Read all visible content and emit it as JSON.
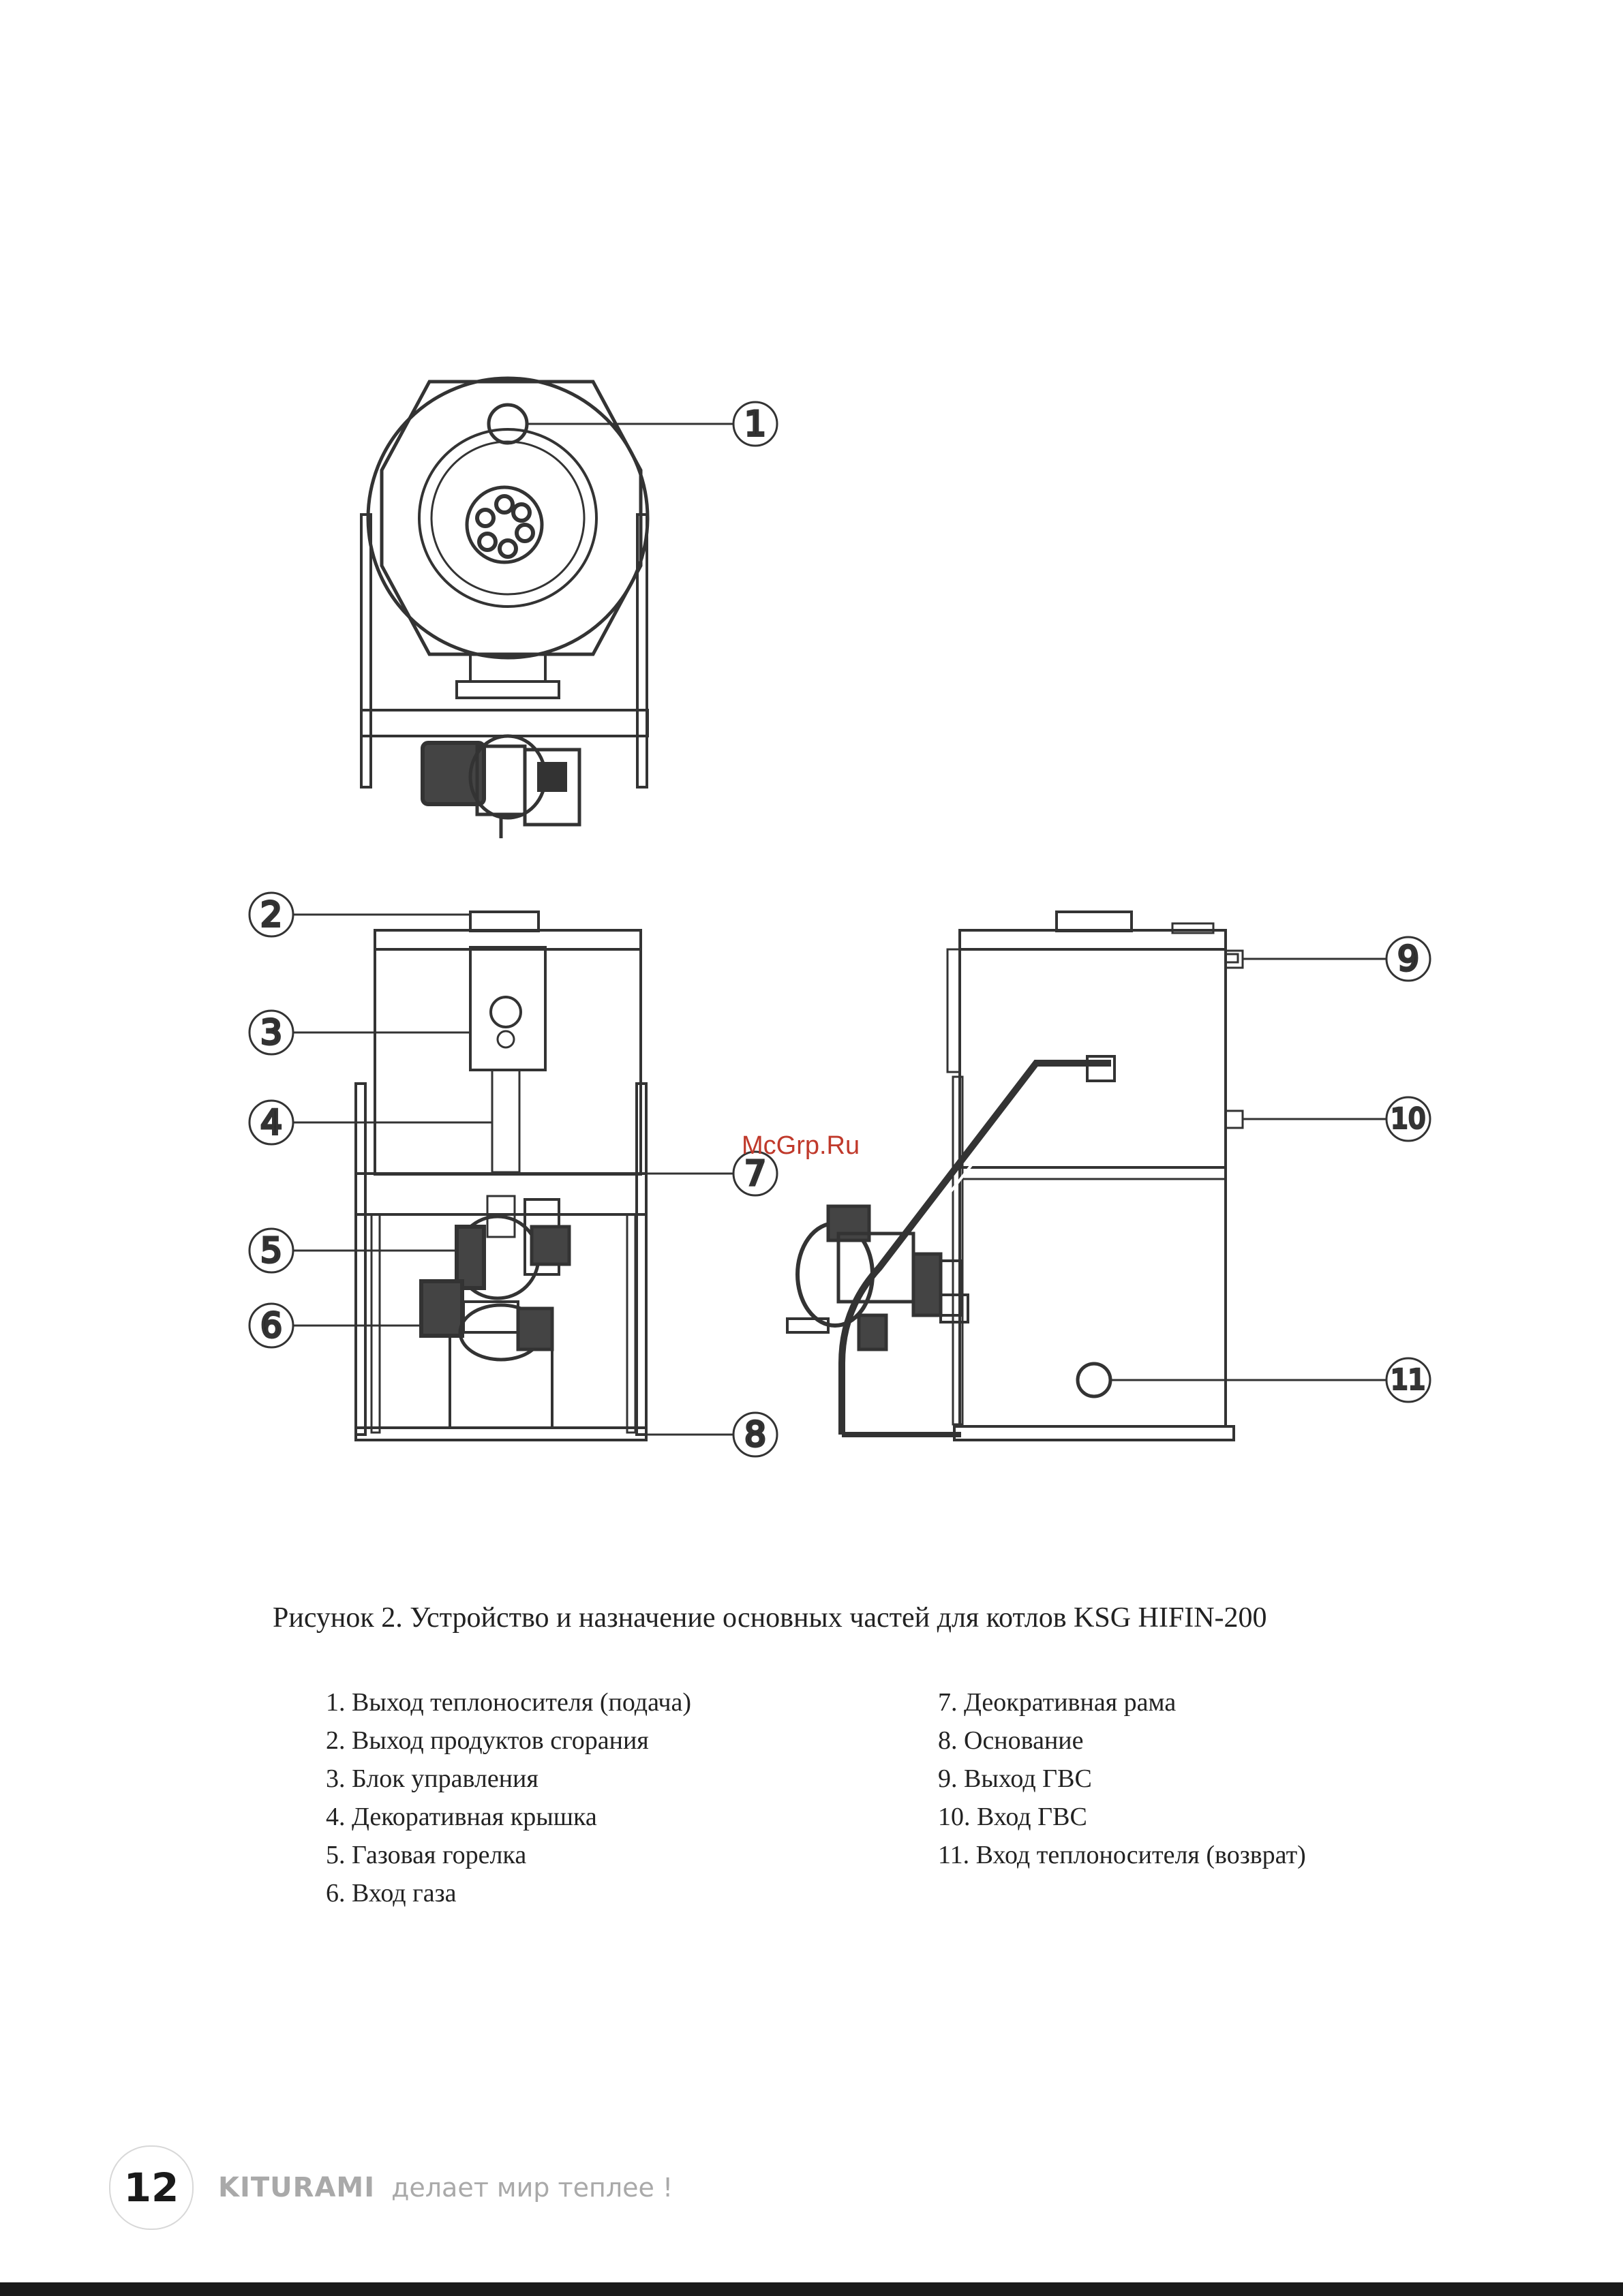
{
  "watermark": "McGrp.Ru",
  "callouts": [
    "1",
    "2",
    "3",
    "4",
    "5",
    "6",
    "7",
    "8",
    "9",
    "10",
    "11"
  ],
  "caption": "Рисунок 2. Устройство и назначение основных частей для котлов KSG HIFIN-200",
  "legend": {
    "left": [
      "1. Выход теплоносителя (подача)",
      "2. Выход продуктов сгорания",
      "3. Блок управления",
      "4. Декоративная крышка",
      "5. Газовая горелка",
      "6. Вход газа"
    ],
    "right": [
      "7. Деокративная рама",
      "8. Основание",
      "9. Выход ГВС",
      "10. Вход ГВС",
      "11. Вход теплоносителя (возврат)"
    ]
  },
  "footer": {
    "page_number": "12",
    "brand": "KITURAMI",
    "slogan": "делает мир теплее !"
  }
}
